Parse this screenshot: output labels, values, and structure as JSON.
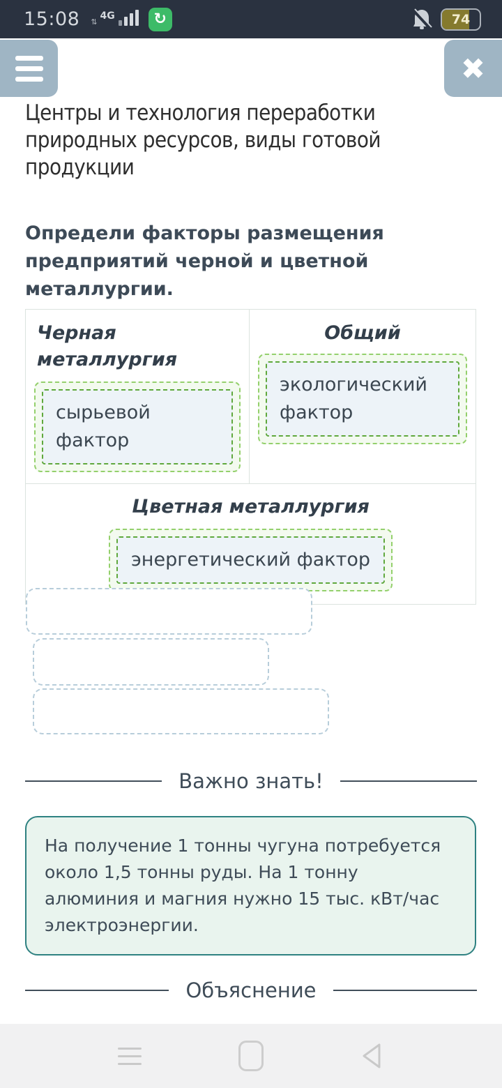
{
  "status_bar": {
    "time": "15:08",
    "network_label": "4G",
    "battery_percent": "74",
    "sync_glyph": "↻"
  },
  "header": {
    "close_glyph": "✖"
  },
  "lesson_title": "Центры и технология переработки природных ресурсов, виды готовой продукции",
  "task_prompt": "Определи факторы размещения предприятий черной и цветной металлургии.",
  "answer_table": {
    "cell_black": {
      "header": "Черная металлургия",
      "answer": "сырьевой фактор"
    },
    "cell_common": {
      "header": "Общий",
      "answer": "экологический фактор"
    },
    "cell_nonferrous": {
      "header": "Цветная металлургия",
      "answer": "энергетический фактор"
    }
  },
  "drag_source": {
    "empty_slot_count": 3
  },
  "important_note": {
    "heading": "Важно знать!",
    "text": "На получение 1 тонны чугуна потребуется около 1,5 тонны руды. На 1 тонну алюминия и магния нужно 15 тыс. кВт/час электроэнергии."
  },
  "explanation_section": {
    "heading": "Объяснение"
  },
  "colors": {
    "statusbar_bg": "#2a3240",
    "top_button_bg": "#9fb5c4",
    "drop_zone_border": "#94d06c",
    "drop_zone_bg": "#f3faef",
    "drop_chip_border": "#5fa83c",
    "drop_chip_bg": "#edf3f8",
    "empty_slot_border": "#b7cdda",
    "note_border": "#2e8181",
    "note_bg": "#e9f4ee",
    "sync_badge_green": "#3dbb68"
  }
}
